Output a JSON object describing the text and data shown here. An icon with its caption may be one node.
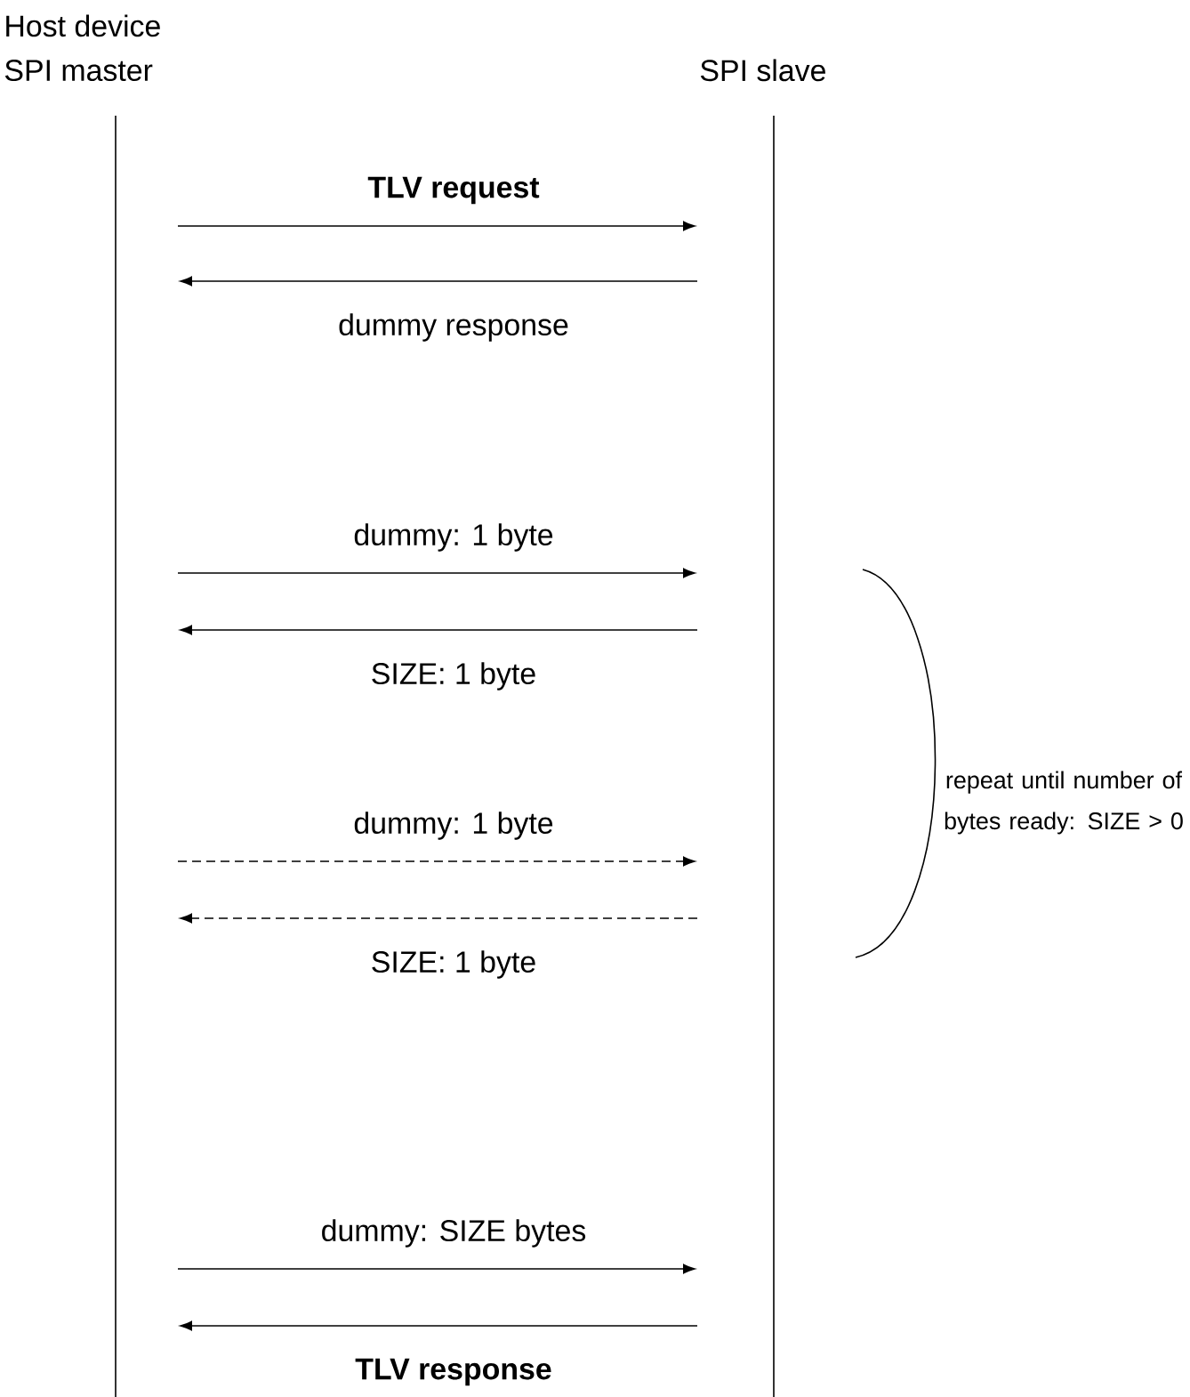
{
  "diagram": {
    "nodes": [
      {
        "text": [
          "Host device SPI master"
        ]
      },
      {
        "text": [
          "SPI slave"
        ]
      }
    ],
    "edges": [
      {
        "from": 0,
        "to": 1,
        "arrow": "to",
        "label": "TLV request"
      },
      {
        "from": 1,
        "to": 0,
        "arrow": "to",
        "label": "dummy response"
      },
      {
        "from": 0,
        "to": 1,
        "arrow": "to",
        "label": "dummy: 1 byte"
      },
      {
        "from": 1,
        "to": 0,
        "arrow": "to",
        "label": "SIZE: 1 byte"
      },
      {
        "from": 0,
        "to": 1,
        "arrow": "to",
        "label": "dummy: 1 byte",
        "style": "dashed"
      },
      {
        "from": 1,
        "to": 0,
        "arrow": "to",
        "label": "SIZE: 1 byte",
        "style": "dashed"
      },
      {
        "from": 0,
        "to": 1,
        "arrow": "to",
        "label": "dummy: SIZE bytes"
      },
      {
        "from": 1,
        "to": 0,
        "arrow": "to",
        "label": "TLV response"
      }
    ],
    "labels": [
      "repeat until number of bytes ready: SIZE > 0"
    ]
  }
}
